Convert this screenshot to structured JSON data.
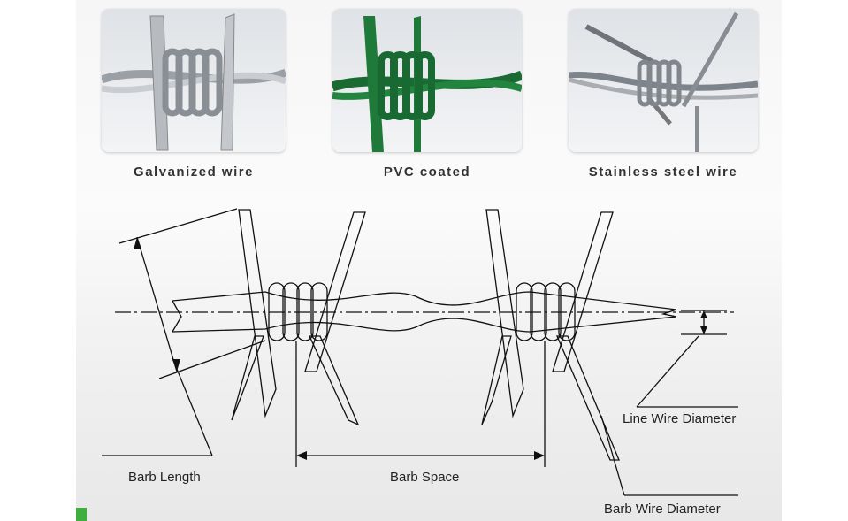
{
  "products": [
    {
      "label": "Galvanized wire",
      "color": "#b8bcc2"
    },
    {
      "label": "PVC coated",
      "color": "#1f7a3a"
    },
    {
      "label": "Stainless steel wire",
      "color": "#9aa0a6"
    }
  ],
  "diagram": {
    "barb_length": "Barb Length",
    "barb_space": "Barb Space",
    "line_wire_diameter": "Line Wire Diameter",
    "barb_wire_diameter": "Barb Wire Diameter"
  }
}
